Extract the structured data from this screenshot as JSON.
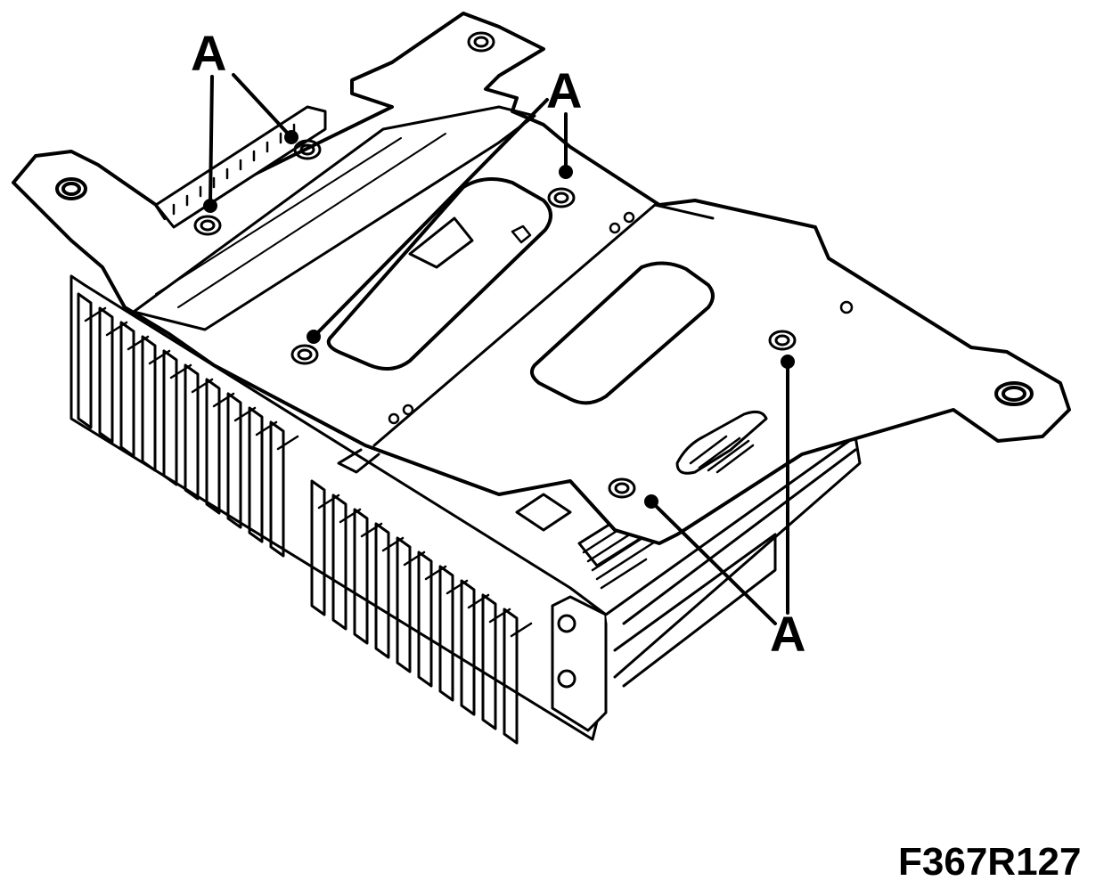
{
  "figure_id": "F367R127",
  "callouts": {
    "label_1": "A",
    "label_2": "A",
    "label_3": "A"
  },
  "colors": {
    "ink": "#000000",
    "paper": "#ffffff"
  }
}
